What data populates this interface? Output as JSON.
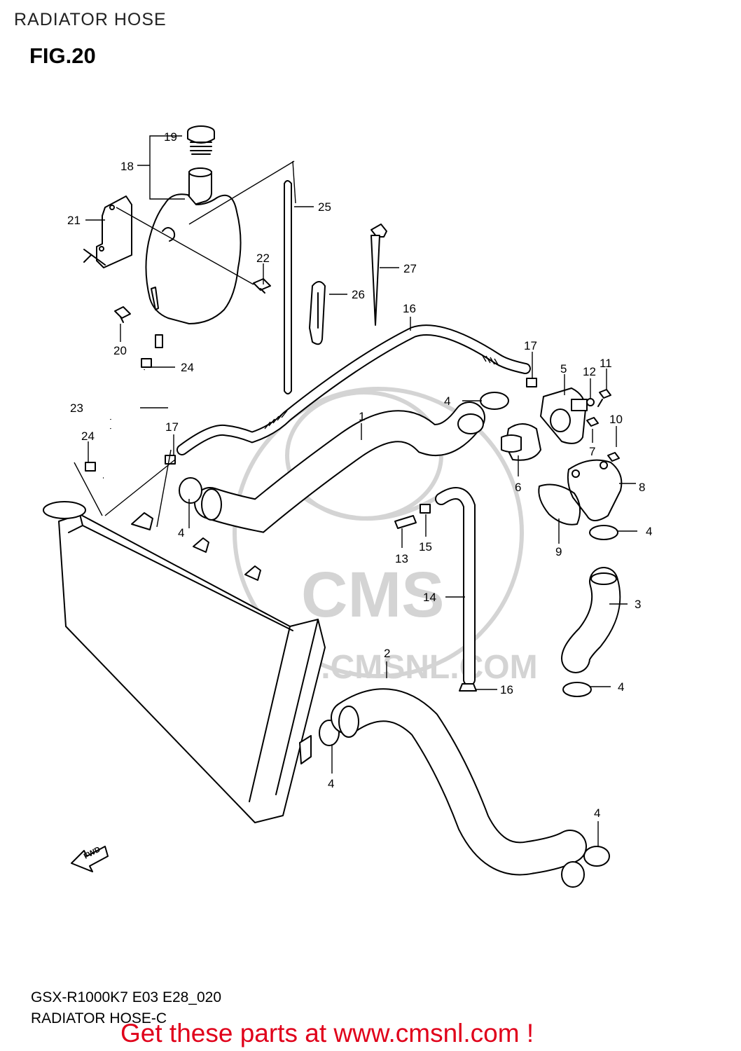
{
  "header": {
    "title": "RADIATOR HOSE",
    "figure": "FIG.20"
  },
  "watermark": {
    "brand": "CMS",
    "url": "WWW.CMSNL.COM"
  },
  "diagram": {
    "callouts": {
      "c1": "1",
      "c2": "2",
      "c3": "3",
      "c4a": "4",
      "c4b": "4",
      "c4c": "4",
      "c4d": "4",
      "c4e": "4",
      "c4f": "4",
      "c5": "5",
      "c6": "6",
      "c7": "7",
      "c8": "8",
      "c9": "9",
      "c10": "10",
      "c11": "11",
      "c12": "12",
      "c13": "13",
      "c14": "14",
      "c15": "15",
      "c16a": "16",
      "c16b": "16",
      "c17a": "17",
      "c17b": "17",
      "c18": "18",
      "c19": "19",
      "c20": "20",
      "c21": "21",
      "c22": "22",
      "c23": "23",
      "c24a": "24",
      "c24b": "24",
      "c25": "25",
      "c26": "26",
      "c27": "27"
    },
    "fwd_label": "FWD"
  },
  "footer": {
    "code": "GSX-R1000K7 E03 E28_020",
    "name": "RADIATOR HOSE-C",
    "cta": "Get these parts at www.cmsnl.com !"
  },
  "colors": {
    "cta": "#e0001a",
    "line": "#000000",
    "watermark": "#d4d4d4"
  }
}
